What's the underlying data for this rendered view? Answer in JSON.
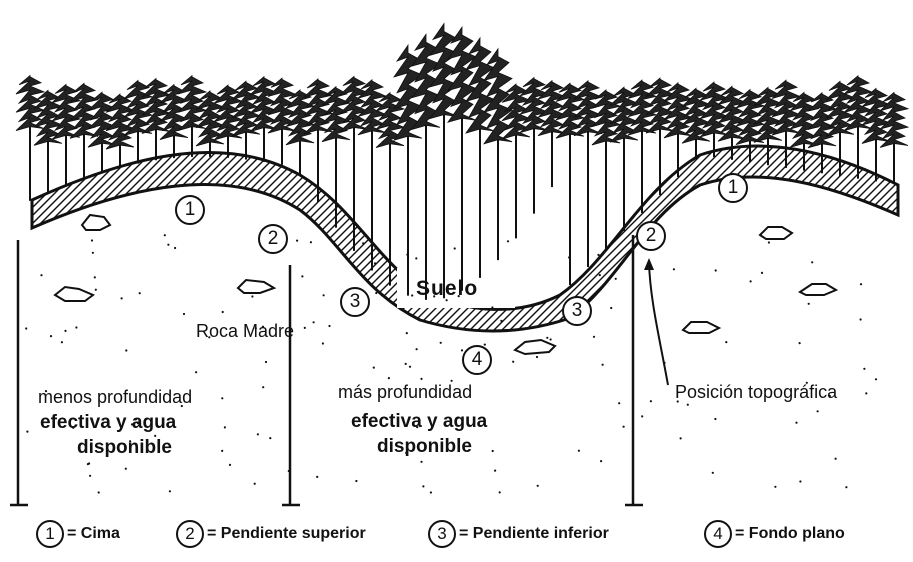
{
  "labels": {
    "suelo": "Suelo",
    "roca_madre": "Roca Madre",
    "posicion": "Posición topográfica",
    "left_light": "menos profundidad",
    "left_bold_1": "efectiva y agua",
    "left_bold_2": "disponible",
    "mid_light": "más profundidad",
    "mid_bold_1": "efectiva y agua",
    "mid_bold_2": "disponible"
  },
  "markers": [
    "1",
    "2",
    "3",
    "3",
    "4",
    "2",
    "1"
  ],
  "legend": [
    {
      "num": "1",
      "text": "= Cima"
    },
    {
      "num": "2",
      "text": "= Pendiente superior"
    },
    {
      "num": "3",
      "text": "= Pendiente inferior"
    },
    {
      "num": "4",
      "text": "= Fondo plano"
    }
  ],
  "colors": {
    "ink": "#111111",
    "paper": "#ffffff"
  }
}
